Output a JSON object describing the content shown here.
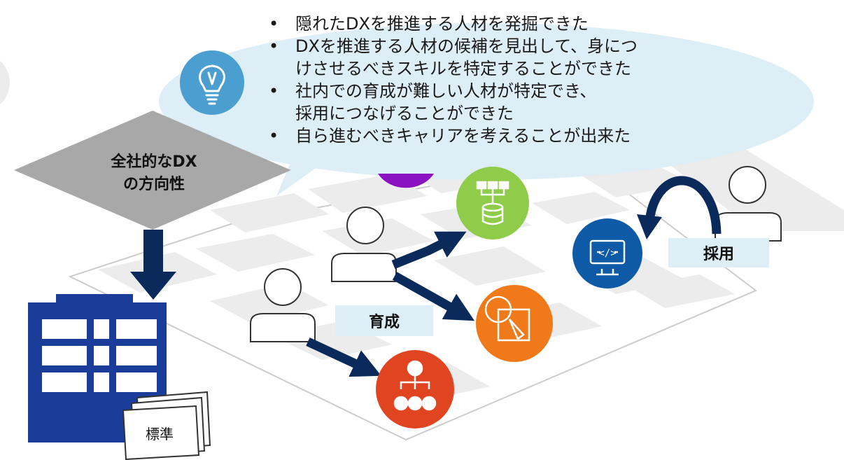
{
  "bullets": [
    {
      "l1": "隠れたDXを推進する人材を発掘できた"
    },
    {
      "l1": "DXを推進する人材の候補を見出して、身につ",
      "l2": "けさせるべきスキルを特定することができた"
    },
    {
      "l1": "社内での育成が難しい人材が特定でき、",
      "l2": "採用につなげることができた"
    },
    {
      "l1": "自ら進むべきキャリアを考えることが出来た"
    }
  ],
  "bullet_char": "•",
  "dx_direction": {
    "line1": "全社的なDX",
    "line2": "の方向性"
  },
  "tags": {
    "ikusei": "育成",
    "saiyo": "採用"
  },
  "document_label": "標準",
  "icons": {
    "bulb": "lightbulb-icon",
    "org": "org-chart-icon",
    "data": "data-network-icon",
    "design": "design-icon",
    "code": "code-monitor-icon",
    "building": "building-icon"
  },
  "colors": {
    "bubble": "#ddeef6",
    "bulb_circle": "#4a9fd0",
    "navy": "#0a2a5c",
    "building": "#1a3d9a",
    "org_circle": "#e04420",
    "data_circle": "#8fcc4a",
    "design_circle": "#f07a1a",
    "code_circle": "#0e5aa6",
    "purple_circle": "#8a12c0",
    "grid": "#e9e9e9",
    "diamond": "#a8a8a8"
  }
}
